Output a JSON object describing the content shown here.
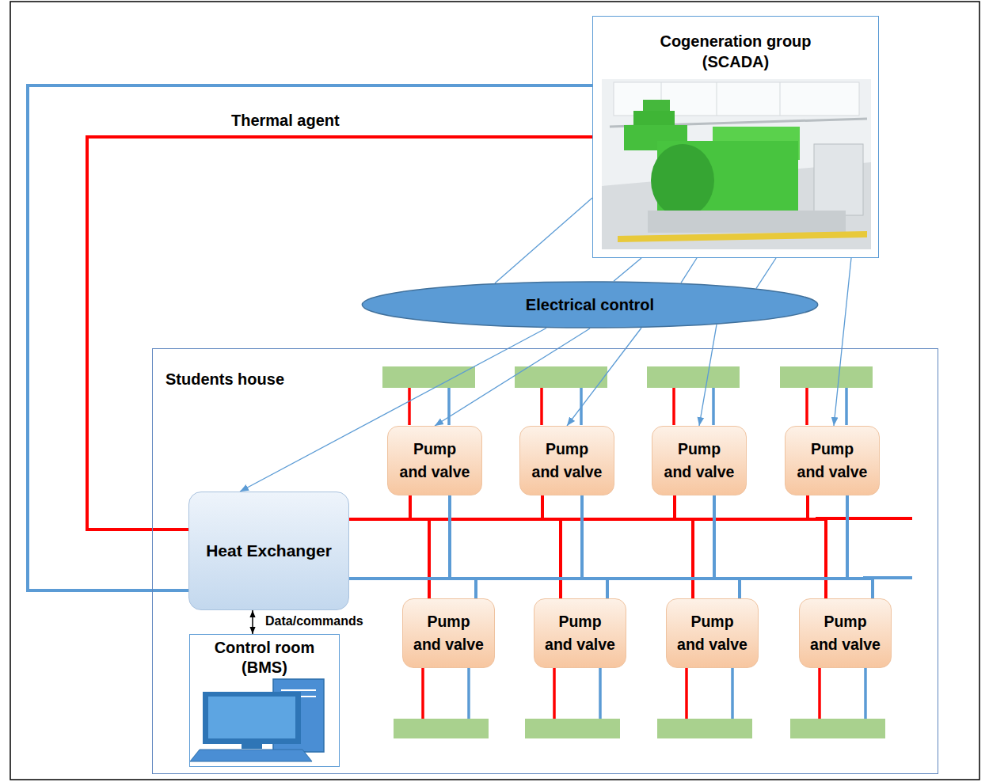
{
  "diagram": {
    "nodes": [
      {
        "text": [
          "Cogeneration group (SCADA)"
        ]
      },
      {
        "text": [
          "Electrical control"
        ]
      },
      {
        "text": [
          "Students house"
        ]
      },
      {
        "text": [
          "Heat Exchanger"
        ],
        "in": 2
      },
      {
        "text": [
          "Control room (BMS)"
        ],
        "in": 2
      },
      {
        "text": [
          "Pump and valve"
        ],
        "in": 2
      },
      {
        "text": [
          "Pump and valve"
        ],
        "in": 2
      },
      {
        "text": [
          "Pump and valve"
        ],
        "in": 2
      },
      {
        "text": [
          "Pump and valve"
        ],
        "in": 2
      },
      {
        "text": [
          "Pump and valve"
        ],
        "in": 2
      },
      {
        "text": [
          "Pump and valve"
        ],
        "in": 2
      },
      {
        "text": [
          "Pump and valve"
        ],
        "in": 2
      },
      {
        "text": [
          "Pump and valve"
        ],
        "in": 2
      }
    ],
    "edges": [
      {
        "from": 0,
        "to": 3,
        "label": "Thermal agent",
        "arrow": "none"
      },
      {
        "from": 0,
        "to": 3,
        "arrow": "none"
      },
      {
        "from": 0,
        "to": 1,
        "arrow": "none"
      },
      {
        "from": 0,
        "to": 1,
        "arrow": "none"
      },
      {
        "from": 0,
        "to": 1,
        "arrow": "none"
      },
      {
        "from": 0,
        "to": 1,
        "arrow": "none"
      },
      {
        "from": 1,
        "to": 3,
        "arrow": "to"
      },
      {
        "from": 1,
        "to": 5,
        "arrow": "to"
      },
      {
        "from": 1,
        "to": 6,
        "arrow": "to"
      },
      {
        "from": 1,
        "to": 7,
        "arrow": "to"
      },
      {
        "from": 0,
        "to": 8,
        "arrow": "to"
      },
      {
        "from": 3,
        "to": 4,
        "label": "Data/commands",
        "arrow": "both"
      },
      {
        "from": 3,
        "to": 5,
        "arrow": "none"
      },
      {
        "from": 3,
        "to": 6,
        "arrow": "none"
      },
      {
        "from": 3,
        "to": 7,
        "arrow": "none"
      },
      {
        "from": 3,
        "to": 8,
        "arrow": "none"
      },
      {
        "from": 3,
        "to": 9,
        "arrow": "none"
      },
      {
        "from": 3,
        "to": 10,
        "arrow": "none"
      },
      {
        "from": 3,
        "to": 11,
        "arrow": "none"
      },
      {
        "from": 3,
        "to": 12,
        "arrow": "none"
      },
      {
        "from": 3,
        "to": 5,
        "arrow": "none"
      },
      {
        "from": 3,
        "to": 6,
        "arrow": "none"
      },
      {
        "from": 3,
        "to": 7,
        "arrow": "none"
      },
      {
        "from": 3,
        "to": 8,
        "arrow": "none"
      },
      {
        "from": 3,
        "to": 9,
        "arrow": "none"
      },
      {
        "from": 3,
        "to": 10,
        "arrow": "none"
      },
      {
        "from": 3,
        "to": 11,
        "arrow": "none"
      },
      {
        "from": 3,
        "to": 12,
        "arrow": "none"
      }
    ]
  }
}
